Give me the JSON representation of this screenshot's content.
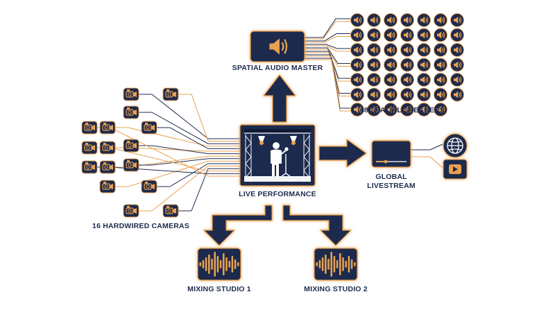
{
  "labels": {
    "spatial_audio_master": "SPATIAL AUDIO MASTER",
    "spatial_speakers": "48 SPATIAL SPEAKERS",
    "hardwired_cameras": "16 HARDWIRED CAMERAS",
    "live_performance": "LIVE PERFORMANCE",
    "global_livestream_line1": "GLOBAL",
    "global_livestream_line2": "LIVESTREAM",
    "mixing_studio_1": "MIXING STUDIO 1",
    "mixing_studio_2": "MIXING STUDIO 2"
  },
  "counts": {
    "speakers": 48,
    "cameras": 16
  },
  "icons": {
    "master": "speaker-icon",
    "speaker": "speaker-icon",
    "camera": "camera-icon",
    "stage": "stage-performer-icon",
    "livestream": "video-player-icon",
    "globe": "globe-icon",
    "play": "play-icon",
    "waveform": "waveform-icon"
  },
  "colors": {
    "navy": "#1d2a4d",
    "orange": "#e8a050",
    "white": "#ffffff"
  }
}
